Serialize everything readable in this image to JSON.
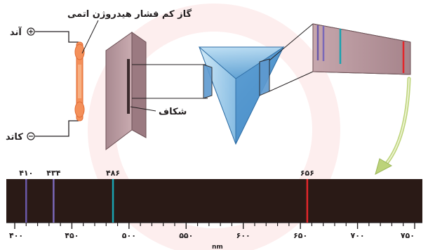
{
  "labels": {
    "gas": "گاز کم فشار هیدروژن اتمی",
    "anode": "آند",
    "cathode": "کاتد",
    "slit": "شکاف",
    "unit": "nm"
  },
  "spectrum": {
    "x_min": 400,
    "x_max": 750,
    "major_ticks": [
      400,
      450,
      500,
      550,
      600,
      650,
      700,
      750
    ],
    "major_tick_labels": [
      "۴۰۰",
      "۴۵۰",
      "۵۰۰",
      "۵۵۰",
      "۶۰۰",
      "۶۵۰",
      "۷۰۰",
      "۷۵۰"
    ],
    "lines": [
      {
        "wavelength": 410,
        "label": "۴۱۰",
        "color": "#6a58a8"
      },
      {
        "wavelength": 434,
        "label": "۴۳۴",
        "color": "#7a68b8"
      },
      {
        "wavelength": 486,
        "label": "۴۸۶",
        "color": "#1aa3b0"
      },
      {
        "wavelength": 656,
        "label": "۶۵۶",
        "color": "#e3262b"
      }
    ],
    "background_color": "#2a1a16"
  },
  "colors": {
    "accent_red": "#e52629",
    "tube": "#f4905a",
    "plate": "#b7959a",
    "prism": "#7fb6de",
    "arrow": "#bcd37a"
  }
}
